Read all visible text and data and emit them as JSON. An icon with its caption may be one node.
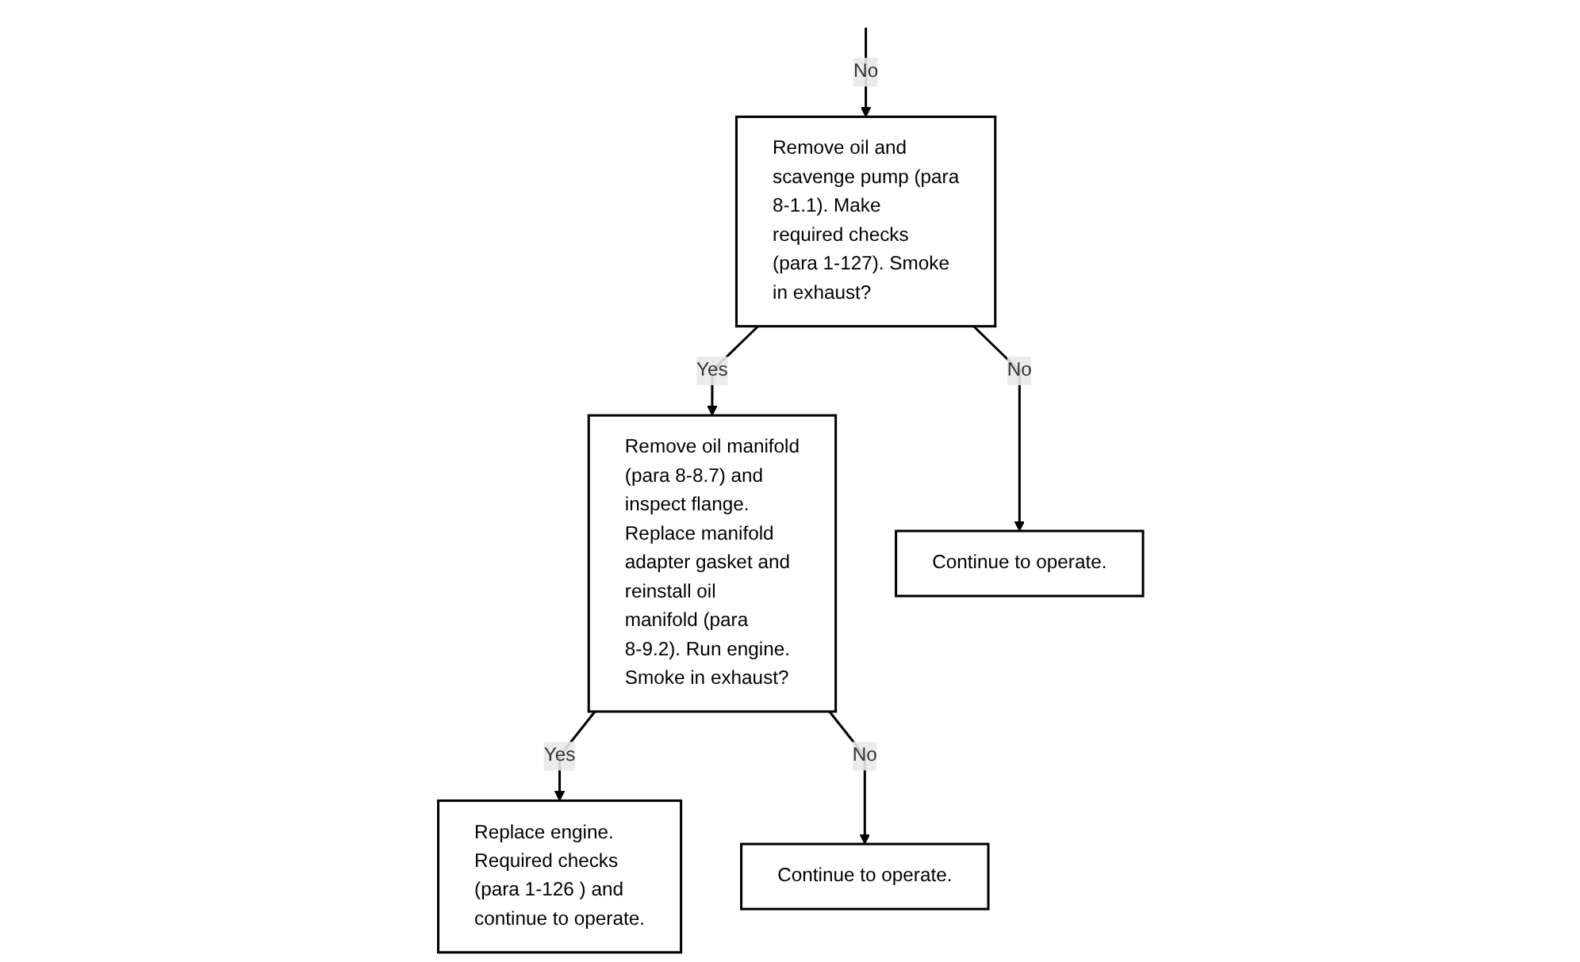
{
  "diagram": {
    "nodes": [
      {
        "text": [
          "Remove oil and scavenge pump (para 8-1.1). Make required checks (para 1-127). Smoke in exhaust?"
        ]
      },
      {
        "text": [
          "Remove oil manifold (para 8-8.7) and inspect flange. Replace manifold adapter gasket and reinstall oil manifold (para 8-9.2). Run engine. Smoke in exhaust?"
        ]
      },
      {
        "text": [
          "Replace engine. Required checks (para 1-126 ) and continue to operate."
        ]
      },
      {
        "text": [
          "Continue to operate."
        ]
      },
      {
        "text": [
          "Continue to operate."
        ]
      }
    ],
    "edges": [
      {
        "from": null,
        "to": 0,
        "arrow": "to",
        "label": "No"
      },
      {
        "from": 0,
        "to": 1,
        "arrow": "to",
        "label": "Yes"
      },
      {
        "from": 1,
        "to": 2,
        "arrow": "to",
        "label": "Yes"
      },
      {
        "from": 0,
        "to": 3,
        "arrow": "to",
        "label": "No"
      },
      {
        "from": 1,
        "to": 4,
        "arrow": "to",
        "label": "No"
      }
    ]
  }
}
